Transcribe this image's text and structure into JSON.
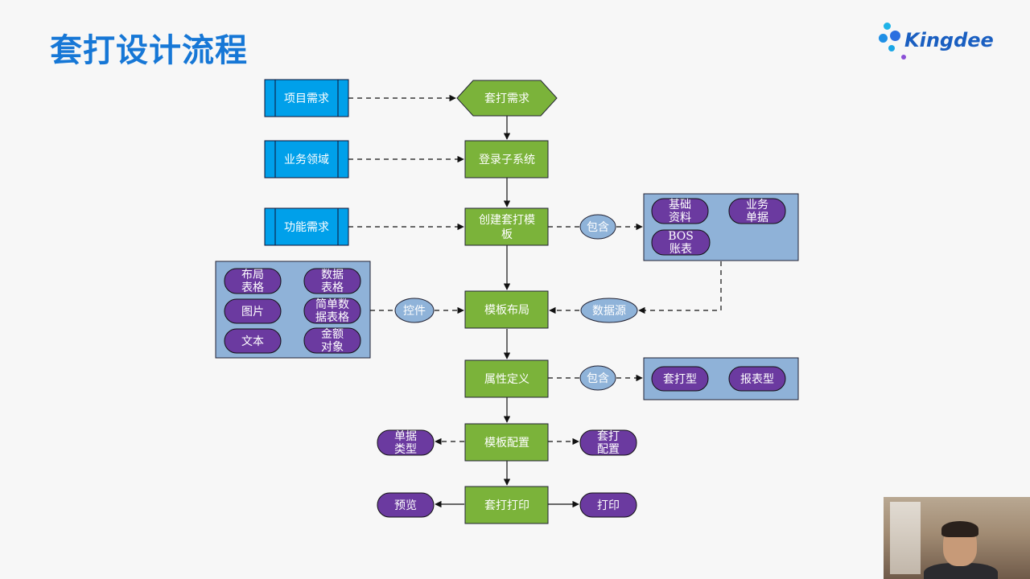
{
  "page": {
    "title": "套打设计流程"
  },
  "logo": {
    "text": "Kingdee"
  },
  "colors": {
    "title": "#1677d6",
    "requirement_box": "#00a0ea",
    "process_box": "#7bb33a",
    "connector": "#8fb3d9",
    "group_panel": "#8fb2d8",
    "pill": "#6b3aa0"
  },
  "diagram": {
    "requirements": [
      {
        "id": "req1",
        "label": "项目需求"
      },
      {
        "id": "req2",
        "label": "业务领域"
      },
      {
        "id": "req3",
        "label": "功能需求"
      }
    ],
    "start": {
      "id": "start",
      "label": "套打需求"
    },
    "steps": [
      {
        "id": "s1",
        "lines": [
          "登录子系统"
        ]
      },
      {
        "id": "s2",
        "lines": [
          "创建套打模",
          "板"
        ]
      },
      {
        "id": "s3",
        "lines": [
          "模板布局"
        ]
      },
      {
        "id": "s4",
        "lines": [
          "属性定义"
        ]
      },
      {
        "id": "s5",
        "lines": [
          "模板配置"
        ]
      },
      {
        "id": "s6",
        "lines": [
          "套打打印"
        ]
      }
    ],
    "connectors": [
      {
        "id": "c1",
        "label": "包含"
      },
      {
        "id": "c2",
        "label": "控件"
      },
      {
        "id": "c3",
        "label": "数据源"
      },
      {
        "id": "c4",
        "label": "包含"
      }
    ],
    "pills": [
      {
        "id": "p1",
        "lines": [
          "基础",
          "资料"
        ]
      },
      {
        "id": "p2",
        "lines": [
          "业务",
          "单据"
        ]
      },
      {
        "id": "p3",
        "lines": [
          "BOS",
          "账表"
        ]
      },
      {
        "id": "p4",
        "lines": [
          "布局",
          "表格"
        ]
      },
      {
        "id": "p5",
        "lines": [
          "数据",
          "表格"
        ]
      },
      {
        "id": "p6",
        "lines": [
          "图片"
        ]
      },
      {
        "id": "p7",
        "lines": [
          "简单数",
          "据表格"
        ]
      },
      {
        "id": "p8",
        "lines": [
          "文本"
        ]
      },
      {
        "id": "p9",
        "lines": [
          "金额",
          "对象"
        ]
      },
      {
        "id": "p10",
        "lines": [
          "套打型"
        ]
      },
      {
        "id": "p11",
        "lines": [
          "报表型"
        ]
      },
      {
        "id": "p12",
        "lines": [
          "单据",
          "类型"
        ]
      },
      {
        "id": "p13",
        "lines": [
          "套打",
          "配置"
        ]
      },
      {
        "id": "p14",
        "lines": [
          "预览"
        ]
      },
      {
        "id": "p15",
        "lines": [
          "打印"
        ]
      }
    ]
  }
}
